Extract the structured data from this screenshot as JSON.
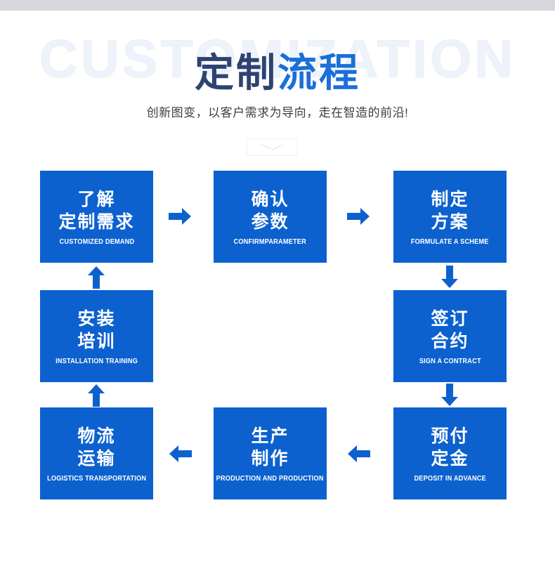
{
  "header": {
    "watermark": "CUSTOMIZATION",
    "title_part1": "定制",
    "title_part2": "流程",
    "subtitle": "创新图变，以客户需求为导向，走在智造的前沿!",
    "chevron_icon": "chevron-down-icon"
  },
  "colors": {
    "box_blue": "#0c61cf",
    "title_dark": "#2e4370",
    "title_blue": "#1a6fd8",
    "arrow_blue": "#0c61cf",
    "watermark": "#e8eef8",
    "top_strip": "#d6d7dc"
  },
  "flow": {
    "steps": [
      {
        "id": "step-1",
        "cn_line1": "了解",
        "cn_line2": "定制需求",
        "en": "CUSTOMIZED DEMAND"
      },
      {
        "id": "step-2",
        "cn_line1": "确认",
        "cn_line2": "参数",
        "en": "CONFIRMPARAMETER"
      },
      {
        "id": "step-3",
        "cn_line1": "制定",
        "cn_line2": "方案",
        "en": "FORMULATE A SCHEME"
      },
      {
        "id": "step-4",
        "cn_line1": "签订",
        "cn_line2": "合约",
        "en": "SIGN A CONTRACT"
      },
      {
        "id": "step-5",
        "cn_line1": "预付",
        "cn_line2": "定金",
        "en": "DEPOSIT IN ADVANCE"
      },
      {
        "id": "step-6",
        "cn_line1": "生产",
        "cn_line2": "制作",
        "en": "PRODUCTION AND PRODUCTION"
      },
      {
        "id": "step-7",
        "cn_line1": "物流",
        "cn_line2": "运输",
        "en": "LOGISTICS TRANSPORTATION"
      },
      {
        "id": "step-8",
        "cn_line1": "安装",
        "cn_line2": "培训",
        "en": "INSTALLATION TRAINING"
      }
    ],
    "connectors": [
      {
        "id": "arrow-1-to-2",
        "direction": "right",
        "icon": "arrow-right-icon"
      },
      {
        "id": "arrow-2-to-3",
        "direction": "right",
        "icon": "arrow-right-icon"
      },
      {
        "id": "arrow-3-to-4",
        "direction": "down",
        "icon": "arrow-down-icon"
      },
      {
        "id": "arrow-4-to-5",
        "direction": "down",
        "icon": "arrow-down-icon"
      },
      {
        "id": "arrow-5-to-6",
        "direction": "left",
        "icon": "arrow-left-icon"
      },
      {
        "id": "arrow-6-to-7",
        "direction": "left",
        "icon": "arrow-left-icon"
      },
      {
        "id": "arrow-7-to-8",
        "direction": "up",
        "icon": "arrow-up-icon"
      },
      {
        "id": "arrow-8-to-1",
        "direction": "up",
        "icon": "arrow-up-icon"
      }
    ]
  }
}
